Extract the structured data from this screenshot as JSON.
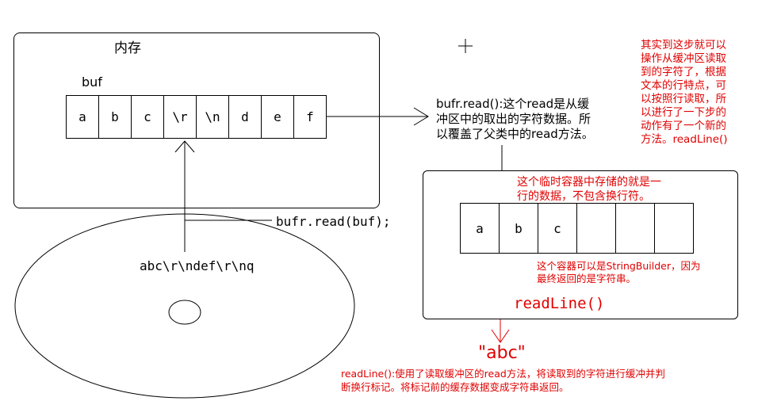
{
  "memory": {
    "title": "内存",
    "buf_label": "buf",
    "cells": [
      "a",
      "b",
      "c",
      "\\r",
      "\\n",
      "d",
      "e",
      "f"
    ]
  },
  "read_call": "bufr.read(buf);",
  "disk_text": "abc\\r\\ndef\\r\\nq",
  "read_note": [
    "bufr.read():这个read是从缓",
    "冲区中的取出的字符数据。所",
    "以覆盖了父类中的read方法。"
  ],
  "top_right_note": [
    "其实到这步就可以",
    "操作从缓冲区读取",
    "到的字符了，根据",
    "文本的行特点，可",
    "以按照行读取，所",
    "以进行了一下步的",
    "动作有了一个新的",
    "方法。readLine()"
  ],
  "temp_note": [
    "这个临时容器中存储的就是一",
    "行的数据，不包含换行符。"
  ],
  "line_cells": [
    "a",
    "b",
    "c",
    "",
    "",
    ""
  ],
  "container_note": [
    "这个容器可以是StringBuilder，因为",
    "最终返回的是字符串。"
  ],
  "readline_label": "readLine()",
  "result": "\"abc\"",
  "bottom_note": [
    "readLine():使用了读取缓冲区的read方法，将读取到的字符进行缓冲并判",
    "断换行标记。将标记前的缓存数据变成字符串返回。"
  ],
  "colors": {
    "red": "#e00000",
    "line": "#000000"
  }
}
